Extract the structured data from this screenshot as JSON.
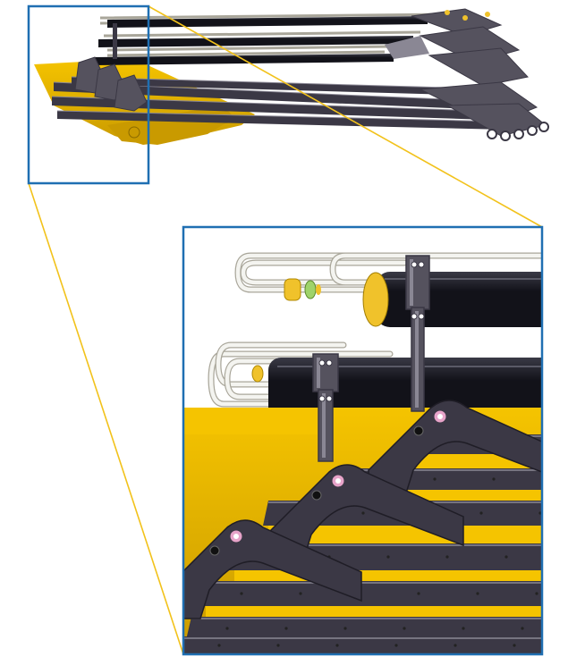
{
  "colors": {
    "frame_blue": "#1f6fb2",
    "callout_yellow": "#f2c21b",
    "boom_yellow": "#f5c400",
    "boom_yellow_dark": "#c99a00",
    "arm_dark": "#3b3845",
    "arm_mid": "#55525e",
    "arm_light": "#8a8794",
    "cylinder_black": "#121219",
    "cylinder_hi": "#3a3a46",
    "hose_white": "#f4f4f0",
    "hose_edge": "#a9a69a",
    "pin_pink": "#e7a3c9",
    "nozzle_yellow": "#f0c22b",
    "nozzle_green": "#9fd36a"
  },
  "figure": {
    "overview": "boom-assembly-overview",
    "detail": "boom-assembly-detail",
    "callout": "magnifier-callout"
  }
}
